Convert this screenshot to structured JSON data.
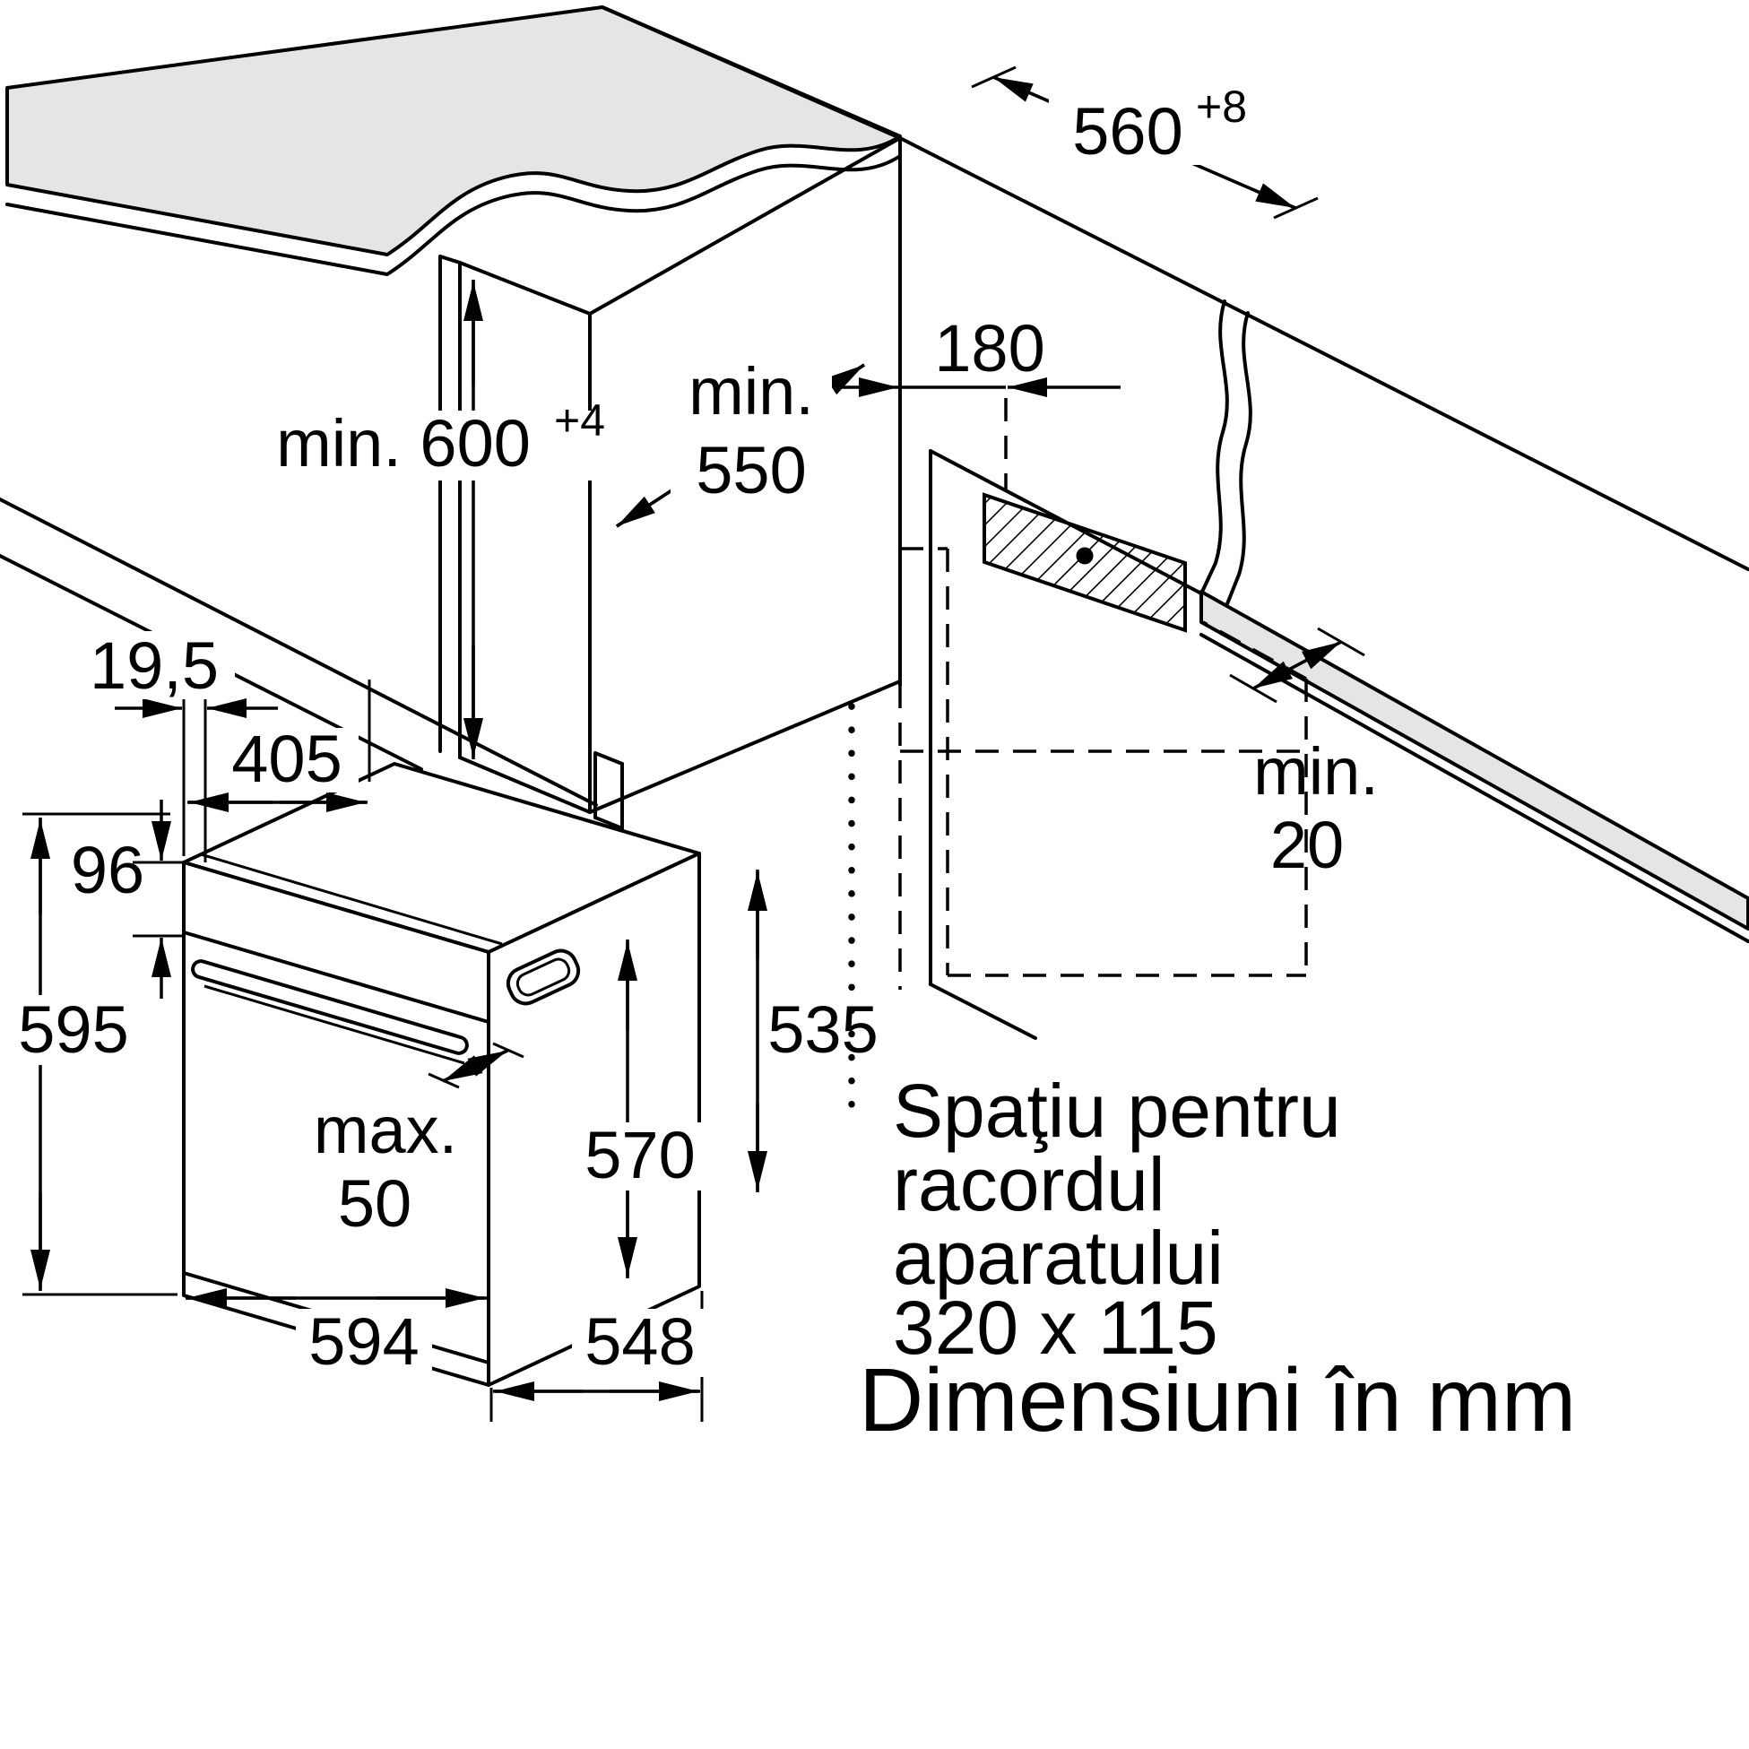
{
  "title": "Built-in oven installation diagram",
  "units": "mm",
  "dimensions": {
    "niche_width": {
      "label": "560",
      "tolerance": "+8"
    },
    "niche_height": {
      "label": "min. 600",
      "tolerance": "+4"
    },
    "niche_depth": {
      "label_line1": "min.",
      "label_line2": "550"
    },
    "connection_offset": {
      "label": "180"
    },
    "rear_gap": {
      "label_line1": "min.",
      "label_line2": "20"
    },
    "fascia_overhang": {
      "label": "19,5"
    },
    "top_depth": {
      "label": "405"
    },
    "control_panel_height": {
      "label": "96"
    },
    "oven_height": {
      "label": "595"
    },
    "handle_protrusion": {
      "label_line1": "max.",
      "label_line2": "50"
    },
    "door_height": {
      "label": "570"
    },
    "body_height": {
      "label": "535"
    },
    "oven_width": {
      "label": "594"
    },
    "body_depth": {
      "label": "548"
    }
  },
  "connection_note": {
    "line1": "Spaţiu pentru",
    "line2": "racordul",
    "line3": "aparatului",
    "line4": "320 x 115"
  },
  "footer": {
    "label": "Dimensiuni în mm"
  },
  "colors": {
    "line": "#000000",
    "surface": "#e5e5e5",
    "background": "#ffffff"
  }
}
